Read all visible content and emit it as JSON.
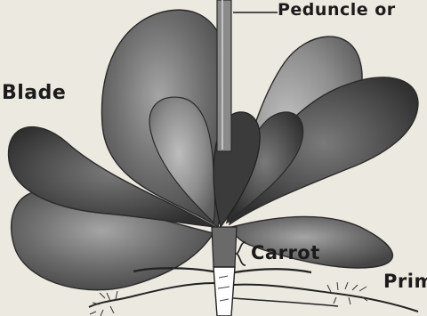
{
  "labels": {
    "peduncle": "Peduncle or",
    "blade": "Blade",
    "carrot": "Carrot",
    "primary": "Prim"
  },
  "colors": {
    "background": "#ece9e0",
    "leaf_dark": "#3f3f3f",
    "leaf_mid": "#6e6e6e",
    "leaf_light": "#9a9a9a",
    "ink": "#1b1b1b"
  }
}
